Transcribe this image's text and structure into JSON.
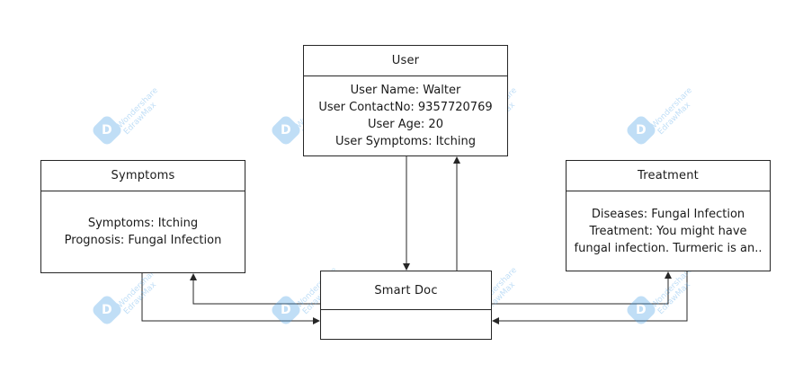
{
  "boxes": {
    "user": {
      "title": "User",
      "lines": [
        "User Name: Walter",
        "User ContactNo: 9357720769",
        "User Age: 20",
        "User Symptoms: Itching"
      ]
    },
    "symptoms": {
      "title": "Symptoms",
      "lines": [
        "Symptoms: Itching",
        "Prognosis: Fungal Infection"
      ]
    },
    "treatment": {
      "title": "Treatment",
      "lines": [
        "Diseases: Fungal Infection",
        "Treatment: You might have",
        "fungal infection. Turmeric is an.."
      ]
    },
    "smartdoc": {
      "title": "Smart Doc"
    }
  },
  "watermark": {
    "logo_glyph": "D",
    "line1": "Wondershare",
    "line2": "EdrawMax",
    "color": "#4da3e8"
  },
  "colors": {
    "stroke": "#262626"
  }
}
